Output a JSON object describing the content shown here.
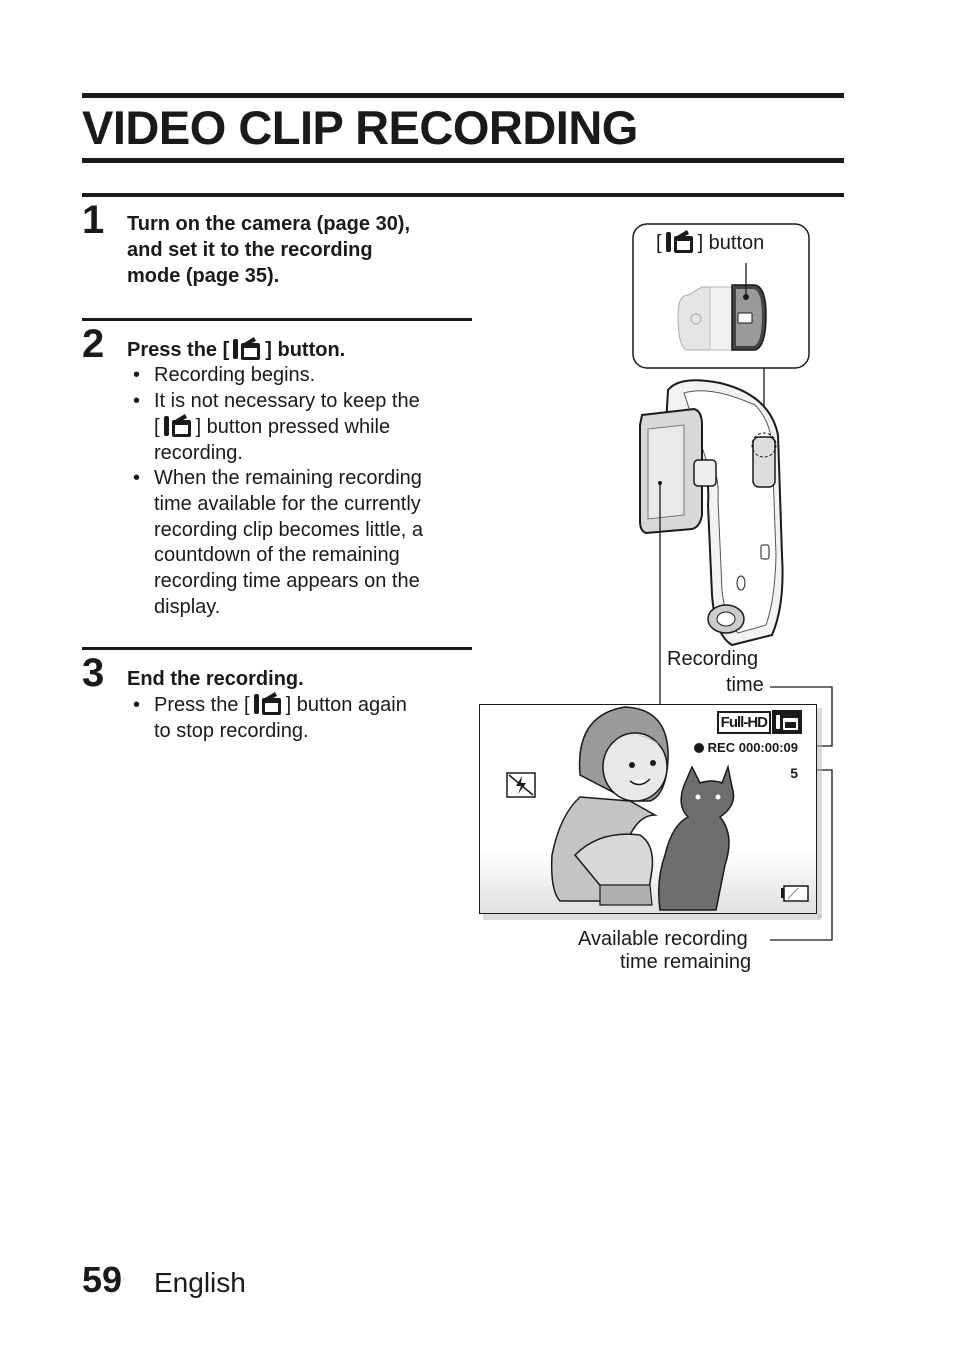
{
  "page": {
    "title": "VIDEO CLIP RECORDING",
    "page_number": "59",
    "language": "English"
  },
  "steps": [
    {
      "number": "1",
      "heading_lines": [
        "Turn on the camera (page 30),",
        "and set it to the recording",
        "mode (page 35)."
      ]
    },
    {
      "number": "2",
      "heading_before": "Press the [",
      "heading_after": "] button.",
      "bullets": [
        {
          "lines": [
            "Recording begins."
          ]
        },
        {
          "line1": "It is not necessary to keep the",
          "line2_before": "[",
          "line2_after": "] button pressed while",
          "line3": "recording."
        },
        {
          "lines": [
            "When the remaining recording",
            "time available for the currently",
            "recording clip becomes little, a",
            "countdown of the remaining",
            "recording time appears on the",
            "display."
          ]
        }
      ]
    },
    {
      "number": "3",
      "heading": "End the recording.",
      "bullet_before": "Press the [",
      "bullet_after": "] button again",
      "bullet_line2": "to stop recording."
    }
  ],
  "bullet_char": "•",
  "callouts": {
    "button_before": "[",
    "button_after": "] button",
    "recording_line1": "Recording",
    "recording_line2": "time",
    "available_line1": "Available recording",
    "available_line2": "time remaining"
  },
  "screen": {
    "mode": "Full-HD",
    "rec_text": "REC 000:00:09",
    "remaining": "5"
  },
  "icons": {
    "record": "video-record-icon",
    "flash": "flash-off-icon",
    "battery": "battery-icon",
    "rec_dot": "rec-dot-icon"
  }
}
